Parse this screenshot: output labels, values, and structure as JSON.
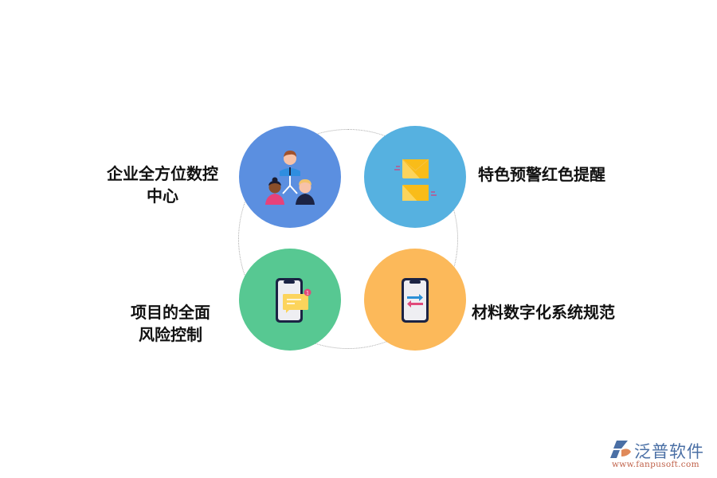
{
  "diagram": {
    "nodes": [
      {
        "id": "top-left",
        "label_lines": [
          "企业全方位数控",
          "中心"
        ],
        "color": "#5b8fe0",
        "icon": "team-hierarchy-icon"
      },
      {
        "id": "top-right",
        "label_lines": [
          "特色预警红色提醒"
        ],
        "color": "#56b1e0",
        "icon": "envelopes-icon"
      },
      {
        "id": "bottom-left",
        "label_lines": [
          "项目的全面",
          "风险控制"
        ],
        "color": "#57c892",
        "icon": "phone-notification-icon"
      },
      {
        "id": "bottom-right",
        "label_lines": [
          "材料数字化系统规范"
        ],
        "color": "#fcb95a",
        "icon": "phone-transfer-icon"
      }
    ],
    "notification_count": "1"
  },
  "logo": {
    "name": "泛普软件",
    "url": "www.fanpusoft.com"
  }
}
